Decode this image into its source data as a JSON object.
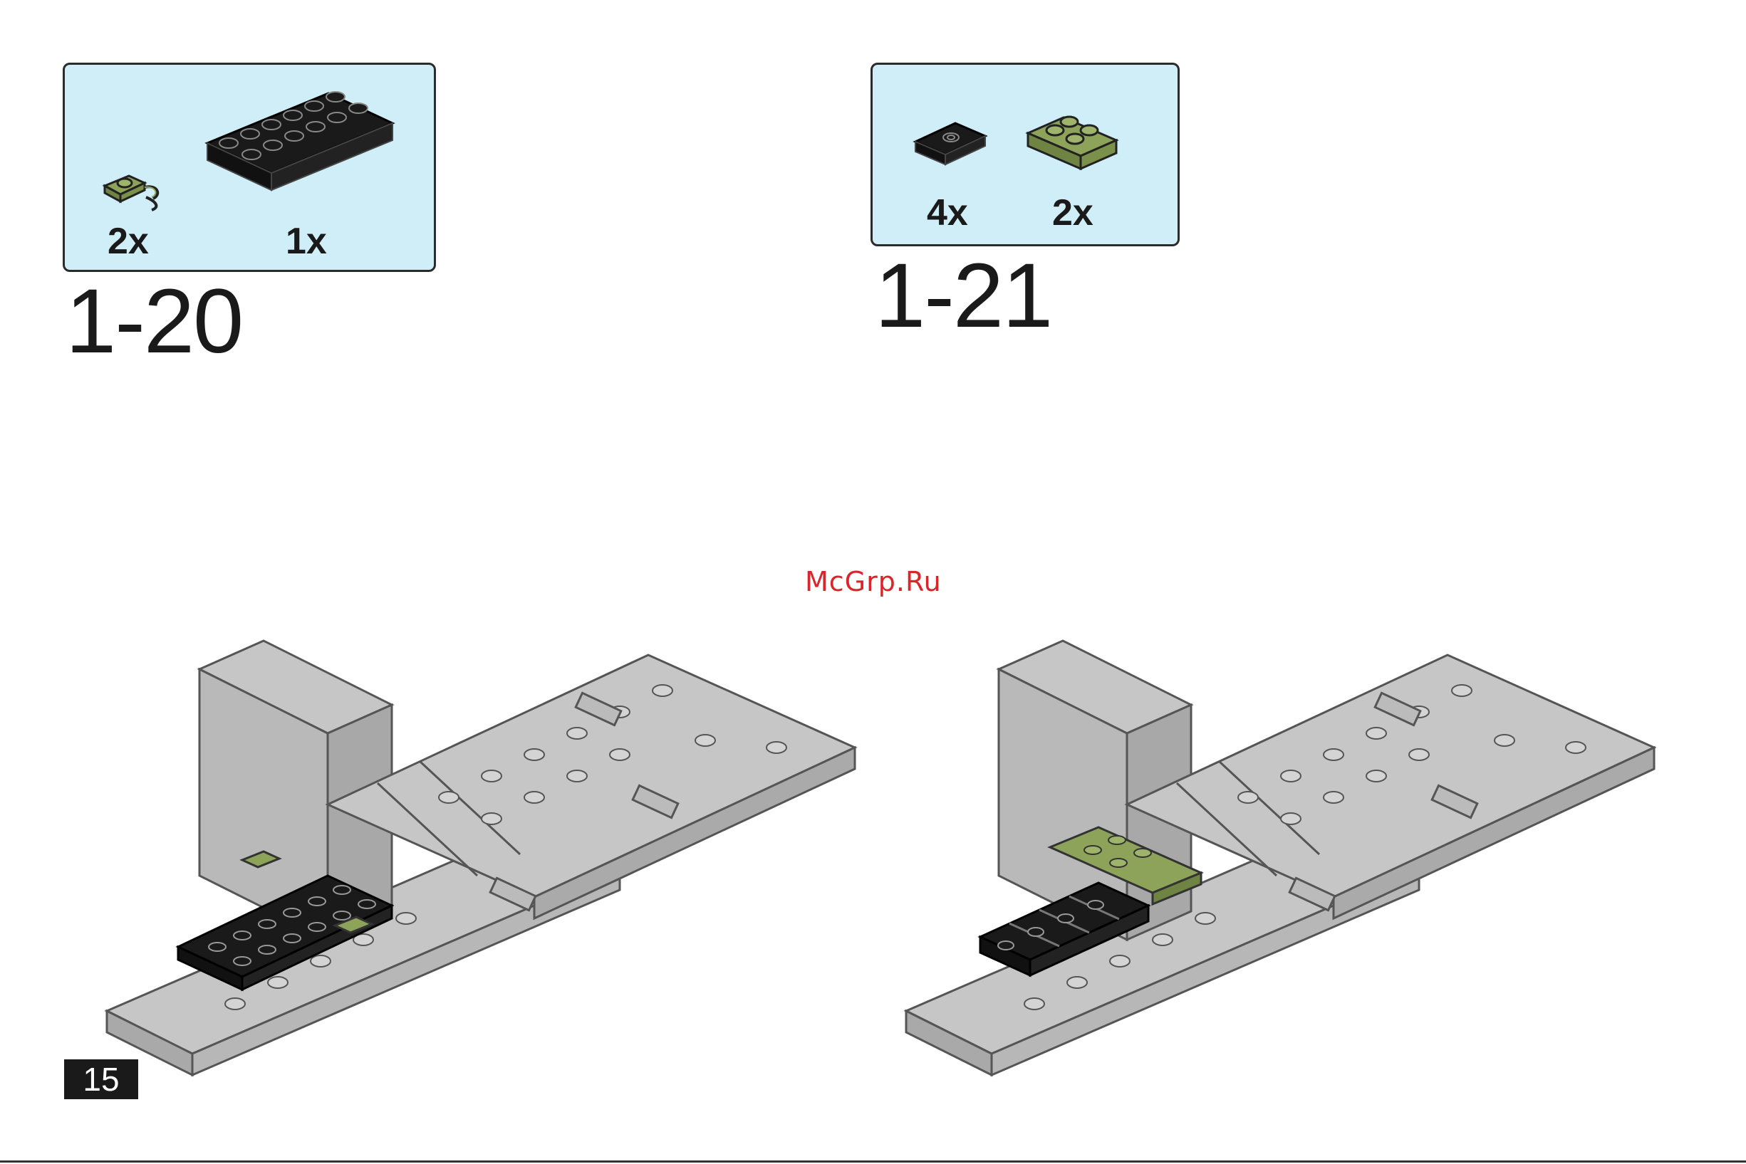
{
  "steps": [
    {
      "number": "1-20",
      "parts": [
        {
          "qty": "2x",
          "color": "#8ea35a",
          "icon": "olive-clip-plate-1x1"
        },
        {
          "qty": "1x",
          "color": "#1a1a1a",
          "icon": "black-plate-2x6"
        }
      ]
    },
    {
      "number": "1-21",
      "parts": [
        {
          "qty": "4x",
          "color": "#1a1a1a",
          "icon": "black-tile-1x2-center-stud"
        },
        {
          "qty": "2x",
          "color": "#8ea35a",
          "icon": "olive-plate-2x2"
        }
      ]
    }
  ],
  "watermark": "McGrp.Ru",
  "page_number": "15",
  "colors": {
    "parts_box_bg": "#cfeef8",
    "brick_gray": "#c6c6c6",
    "olive": "#8ea35a",
    "black": "#1a1a1a",
    "watermark": "#d8262b"
  }
}
